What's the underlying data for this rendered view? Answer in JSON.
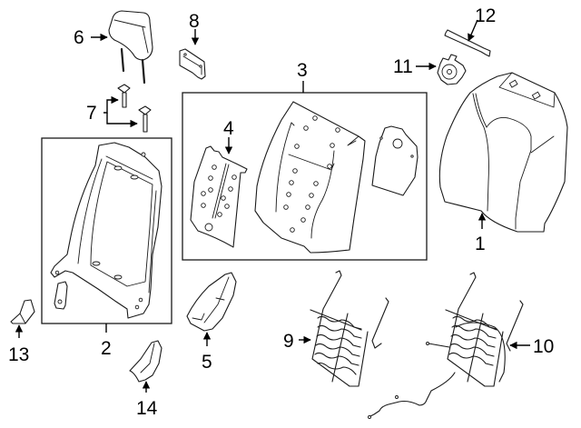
{
  "diagram": {
    "title": "Front Seat Back Components",
    "line_color": "#1a1a1a",
    "background": "#ffffff",
    "callouts": [
      {
        "number": "1",
        "part": "seat-back-cover"
      },
      {
        "number": "2",
        "part": "seat-back-frame"
      },
      {
        "number": "3",
        "part": "seat-back-pad-assembly"
      },
      {
        "number": "4",
        "part": "support-panel"
      },
      {
        "number": "5",
        "part": "side-cover"
      },
      {
        "number": "6",
        "part": "headrest"
      },
      {
        "number": "7",
        "part": "headrest-guide"
      },
      {
        "number": "8",
        "part": "bracket"
      },
      {
        "number": "9",
        "part": "seat-spring"
      },
      {
        "number": "10",
        "part": "lumbar-support-spring"
      },
      {
        "number": "11",
        "part": "retainer-clip"
      },
      {
        "number": "12",
        "part": "cover-strip"
      },
      {
        "number": "13",
        "part": "trim-cap"
      },
      {
        "number": "14",
        "part": "recliner-cover"
      }
    ]
  }
}
